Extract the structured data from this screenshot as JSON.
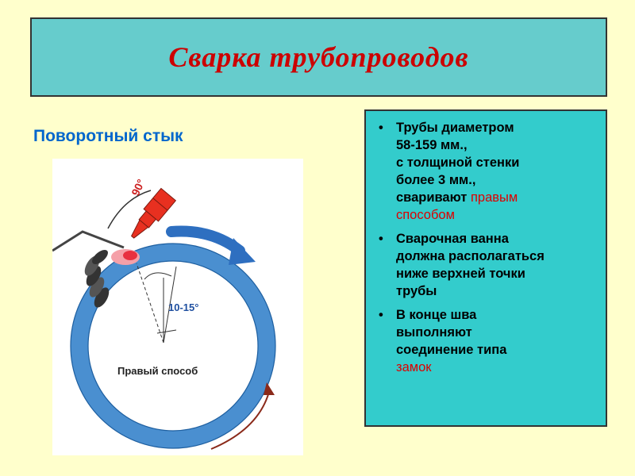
{
  "slide": {
    "title": "Сварка трубопроводов",
    "subtitle": "Поворотный стык",
    "figure": {
      "angle_top": "90°",
      "angle_side": "10-15°",
      "caption": "Правый способ"
    },
    "bullets": [
      {
        "lines": [
          "Трубы диаметром",
          "58-159 мм.,",
          "с толщиной стенки",
          "более 3 мм.,",
          "сваривают "
        ],
        "highlight": [
          "правым",
          "способом"
        ]
      },
      {
        "lines": [
          "Сварочная ванна",
          "должна располагаться",
          "ниже верхней точки",
          "трубы"
        ]
      },
      {
        "lines": [
          "В конце шва",
          "выполняют",
          "соединение типа"
        ],
        "highlight": [
          "замок"
        ]
      }
    ],
    "colors": {
      "background": "#FFFFCC",
      "title_box": "#66CCCC",
      "title_text": "#CC0000",
      "subtitle_text": "#0066CC",
      "info_box": "#33CCCC",
      "highlight_text": "#DD0000",
      "pipe": "#4A8FD0",
      "flame": "#E83020"
    }
  }
}
